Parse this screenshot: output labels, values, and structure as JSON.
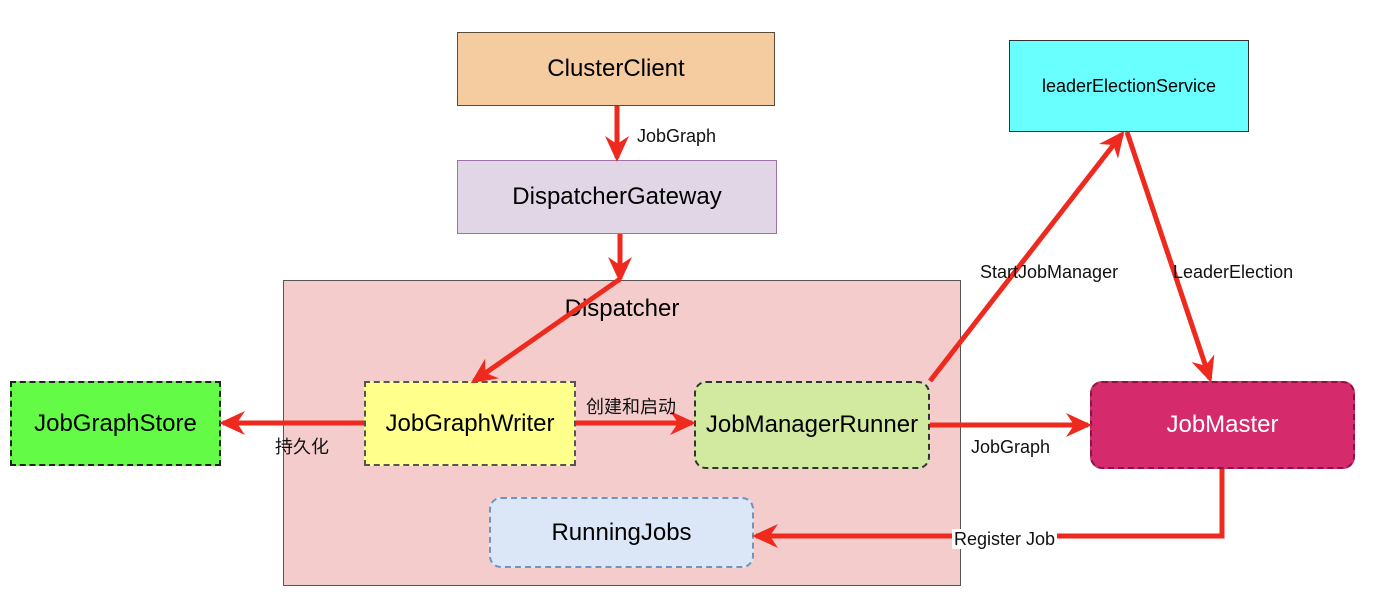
{
  "nodes": {
    "cluster_client": "ClusterClient",
    "dispatcher_gateway": "DispatcherGateway",
    "leader_election_service": "leaderElectionService",
    "dispatcher": "Dispatcher",
    "job_graph_store": "JobGraphStore",
    "job_graph_writer": "JobGraphWriter",
    "job_manager_runner": "JobManagerRunner",
    "job_master": "JobMaster",
    "running_jobs": "RunningJobs"
  },
  "edges": {
    "client_to_gateway": "JobGraph",
    "runner_to_leader": "StartJobManager",
    "leader_to_master": "LeaderElection",
    "writer_to_store": "持久化",
    "writer_to_runner": "创建和启动",
    "runner_to_master": "JobGraph",
    "master_to_running": "Register Job"
  },
  "colors": {
    "arrow": "#ee2a1f",
    "cluster_client_fill": "#f5cc9f",
    "dispatcher_gateway_fill": "#e1d6e6",
    "leader_election_fill": "#6affff",
    "dispatcher_fill": "#f5cccc",
    "job_graph_store_fill": "#63fb45",
    "job_graph_writer_fill": "#ffff8c",
    "job_manager_runner_fill": "#d1eaa0",
    "job_master_fill": "#d52b6c",
    "running_jobs_fill": "#dbe7f7"
  }
}
